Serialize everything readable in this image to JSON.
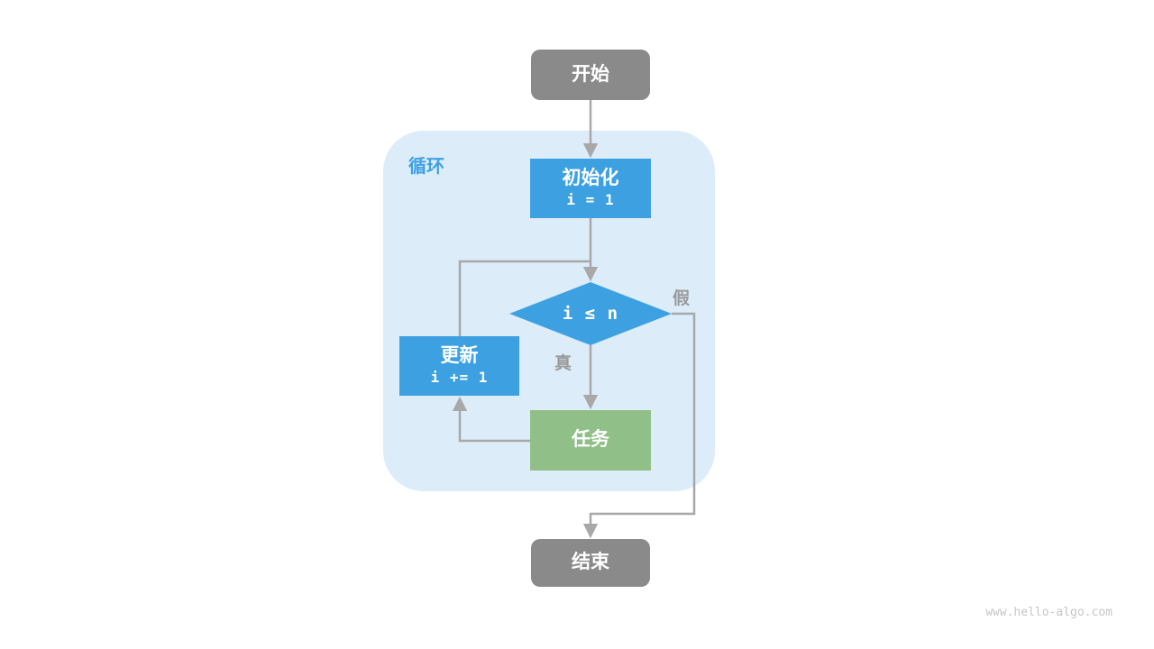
{
  "diagram": {
    "title_hint": "loop flowchart",
    "loop_label": "循环",
    "nodes": {
      "start": {
        "label": "开始"
      },
      "init": {
        "label": "初始化",
        "code": "i = 1"
      },
      "cond": {
        "label": "i ≤ n"
      },
      "update": {
        "label": "更新",
        "code": "i += 1"
      },
      "task": {
        "label": "任务"
      },
      "end": {
        "label": "结束"
      }
    },
    "edge_labels": {
      "false": "假",
      "true": "真"
    },
    "watermark": "www.hello-algo.com",
    "colors": {
      "node_gray": "#8a8a8a",
      "node_blue": "#3da1e1",
      "node_green": "#90c087",
      "loop_bg": "#dcecf9",
      "loop_label": "#3da1e1",
      "arrow": "#a8a8a8",
      "edge_label": "#9a9a9a",
      "watermark": "#c6c6c6"
    }
  }
}
